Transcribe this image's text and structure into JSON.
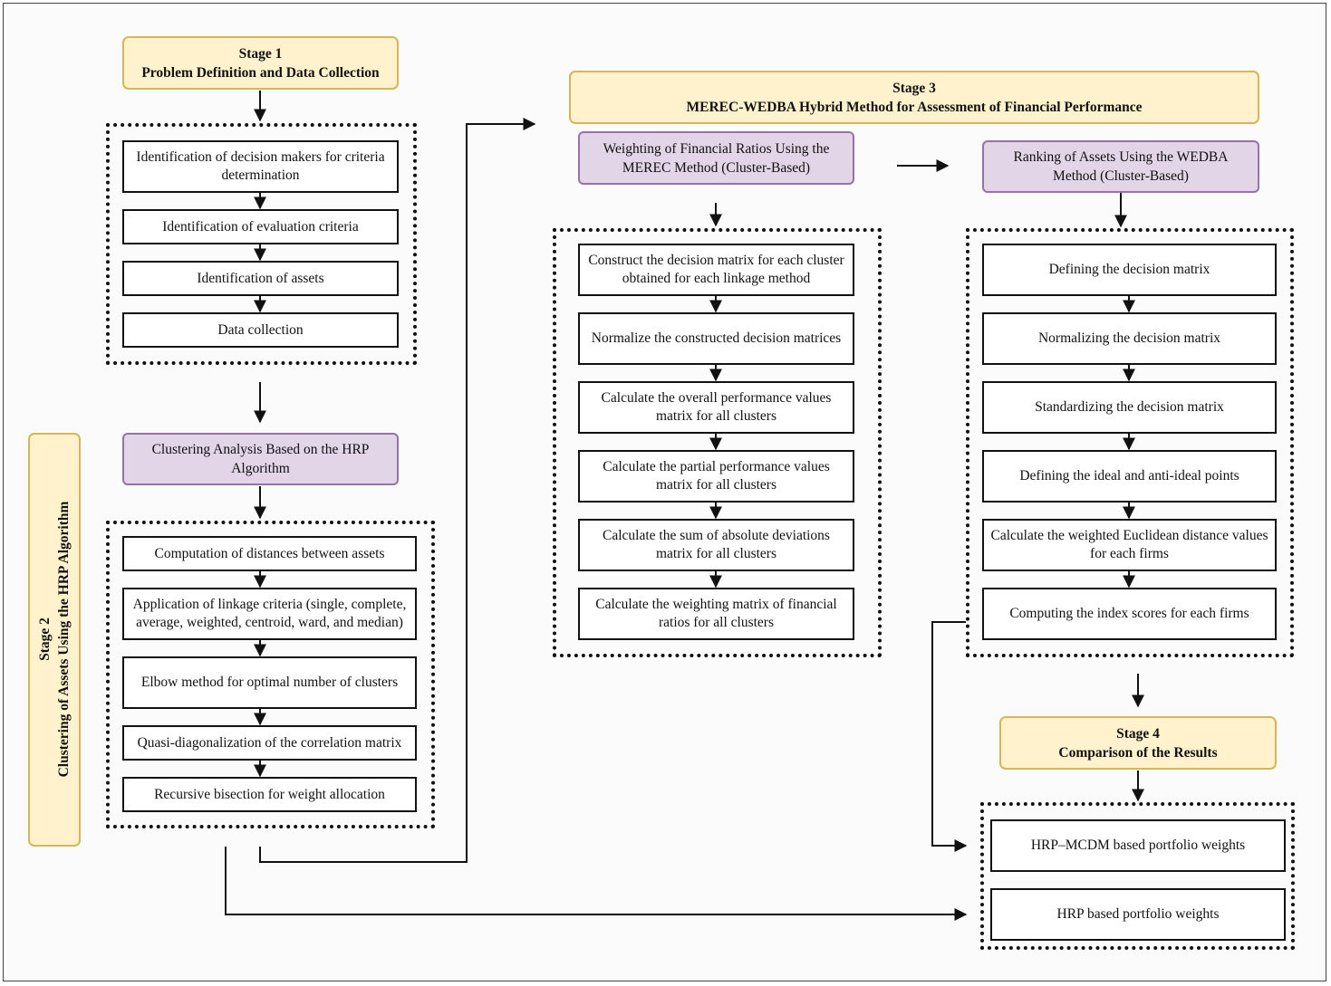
{
  "stage1": {
    "title": "Stage 1",
    "subtitle": "Problem Definition and Data Collection",
    "steps": [
      "Identification of decision makers for criteria determination",
      "Identification of evaluation criteria",
      "Identification of assets",
      "Data collection"
    ]
  },
  "stage2": {
    "title": "Stage 2",
    "subtitle": "Clustering of Assets Using the HRP Algorithm",
    "header": "Clustering Analysis Based on the HRP Algorithm",
    "steps": [
      "Computation of distances between assets",
      "Application of linkage criteria (single, complete, average, weighted, centroid, ward, and median)",
      "Elbow method for optimal number of clusters",
      "Quasi-diagonalization of the correlation matrix",
      "Recursive bisection for weight allocation"
    ]
  },
  "stage3": {
    "title": "Stage 3",
    "subtitle": "MEREC-WEDBA Hybrid Method for Assessment of Financial Performance",
    "merec": {
      "header": "Weighting of Financial Ratios Using the MEREC Method (Cluster-Based)",
      "steps": [
        "Construct the decision matrix for each cluster obtained for each linkage method",
        "Normalize the constructed decision matrices",
        "Calculate the overall performance values matrix for all clusters",
        "Calculate the partial performance values matrix for all clusters",
        "Calculate the sum of absolute deviations matrix for all clusters",
        "Calculate the weighting matrix of financial ratios for all clusters"
      ]
    },
    "wedba": {
      "header": "Ranking of Assets Using the WEDBA Method (Cluster-Based)",
      "steps": [
        "Defining the decision matrix",
        "Normalizing the decision matrix",
        "Standardizing the decision matrix",
        "Defining the ideal and anti-ideal points",
        "Calculate the weighted Euclidean distance values for each firms",
        "Computing the index scores for each firms"
      ]
    }
  },
  "stage4": {
    "title": "Stage 4",
    "subtitle": "Comparison of the Results",
    "results": [
      "HRP–MCDM based portfolio weights",
      "HRP based portfolio weights"
    ]
  },
  "colors": {
    "stage_fill": "#fff2cc",
    "stage_border": "#d6b656",
    "method_fill": "#e1d5e7",
    "method_border": "#9673a6"
  }
}
